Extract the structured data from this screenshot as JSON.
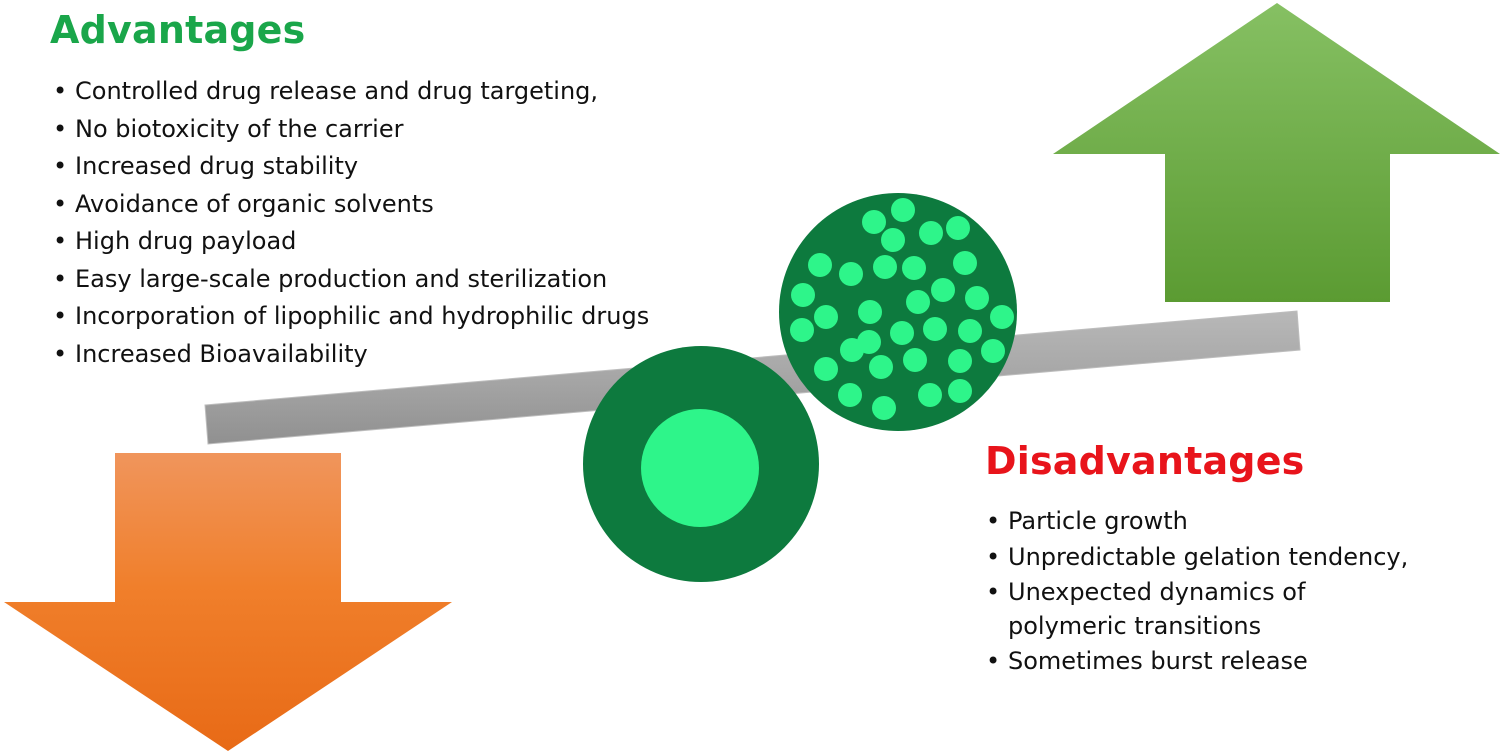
{
  "advantages": {
    "title": "Advantages",
    "items": [
      "Controlled drug release and drug targeting,",
      "No biotoxicity of the carrier",
      "Increased drug stability",
      "Avoidance of organic solvents",
      "High drug payload",
      "Easy large-scale production and sterilization",
      "Incorporation of lipophilic and hydrophilic drugs",
      "Increased Bioavailability"
    ]
  },
  "disadvantages": {
    "title": "Disadvantages",
    "items": [
      "Particle growth",
      "Unpredictable gelation tendency,",
      "Unexpected dynamics of polymeric transitions",
      "Sometimes burst release"
    ]
  },
  "colors": {
    "advantages_heading": "#1aa64a",
    "disadvantages_heading": "#e8141b",
    "up_arrow": "#6aaa3c",
    "down_arrow": "#f07d2a",
    "seesaw_beam": "#a8a8a8",
    "particle_shell": "#0d7a3e",
    "particle_core": "#2ef58a"
  },
  "icons": {
    "up_arrow": "up-arrow-icon",
    "down_arrow": "down-arrow-icon",
    "core_shell_particle": "core-shell-particle-icon",
    "matrix_particle": "matrix-particle-icon"
  }
}
